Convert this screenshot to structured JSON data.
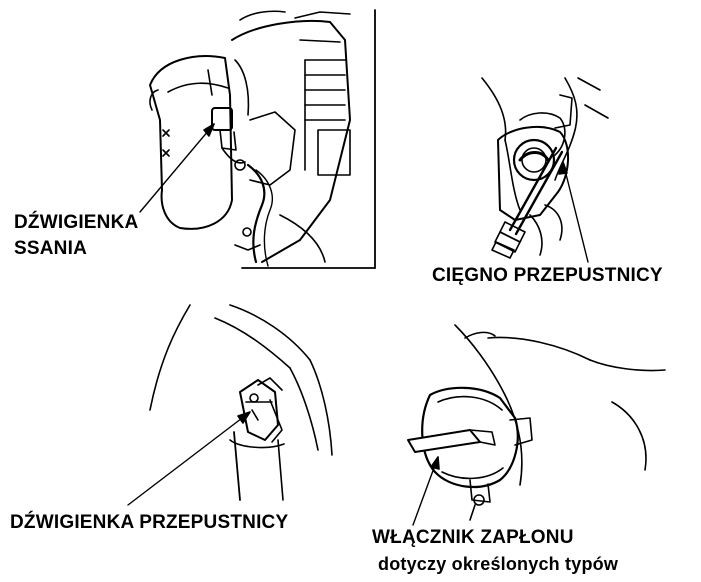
{
  "labels": {
    "choke_line1": "DŹWIGIENKA",
    "choke_line2": "SSANIA",
    "throttle_cable": "CIĘGNO PRZEPUSTNICY",
    "throttle_lever": "DŹWIGIENKA PRZEPUSTNICY",
    "ignition_switch": "WŁĄCZNIK ZAPŁONU",
    "ignition_note": "dotyczy określonych typów"
  },
  "colors": {
    "ink": "#000000",
    "paper": "#ffffff"
  }
}
